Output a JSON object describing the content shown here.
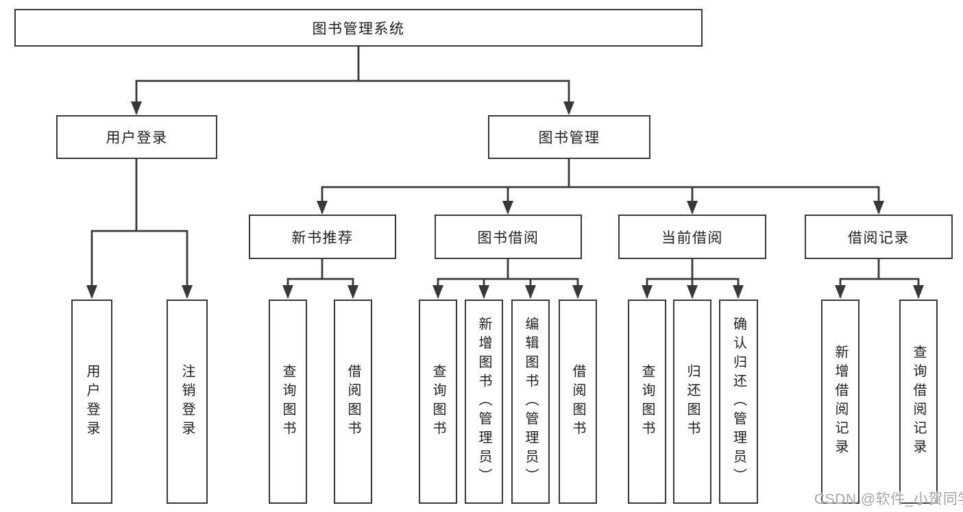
{
  "root": {
    "label": "图书管理系统"
  },
  "login": {
    "label": "用户登录",
    "children": [
      {
        "label": "用户登录"
      },
      {
        "label": "注销登录"
      }
    ]
  },
  "mgmt": {
    "label": "图书管理",
    "groups": [
      {
        "label": "新书推荐",
        "children": [
          {
            "label": "查询图书"
          },
          {
            "label": "借阅图书"
          }
        ]
      },
      {
        "label": "图书借阅",
        "children": [
          {
            "label": "查询图书"
          },
          {
            "label": "新增图书（管理员）"
          },
          {
            "label": "编辑图书（管理员）"
          },
          {
            "label": "借阅图书"
          }
        ]
      },
      {
        "label": "当前借阅",
        "children": [
          {
            "label": "查询图书"
          },
          {
            "label": "归还图书"
          },
          {
            "label": "确认归还（管理员）"
          }
        ]
      },
      {
        "label": "借阅记录",
        "children": [
          {
            "label": "新增借阅记录"
          },
          {
            "label": "查询借阅记录"
          }
        ]
      }
    ]
  },
  "watermark": {
    "text": "CSDN @软件_小贺同学"
  },
  "colors": {
    "line": "#383838",
    "text": "#1f1f1f",
    "background": "#ffffff",
    "watermark": "#a6a6a6"
  }
}
